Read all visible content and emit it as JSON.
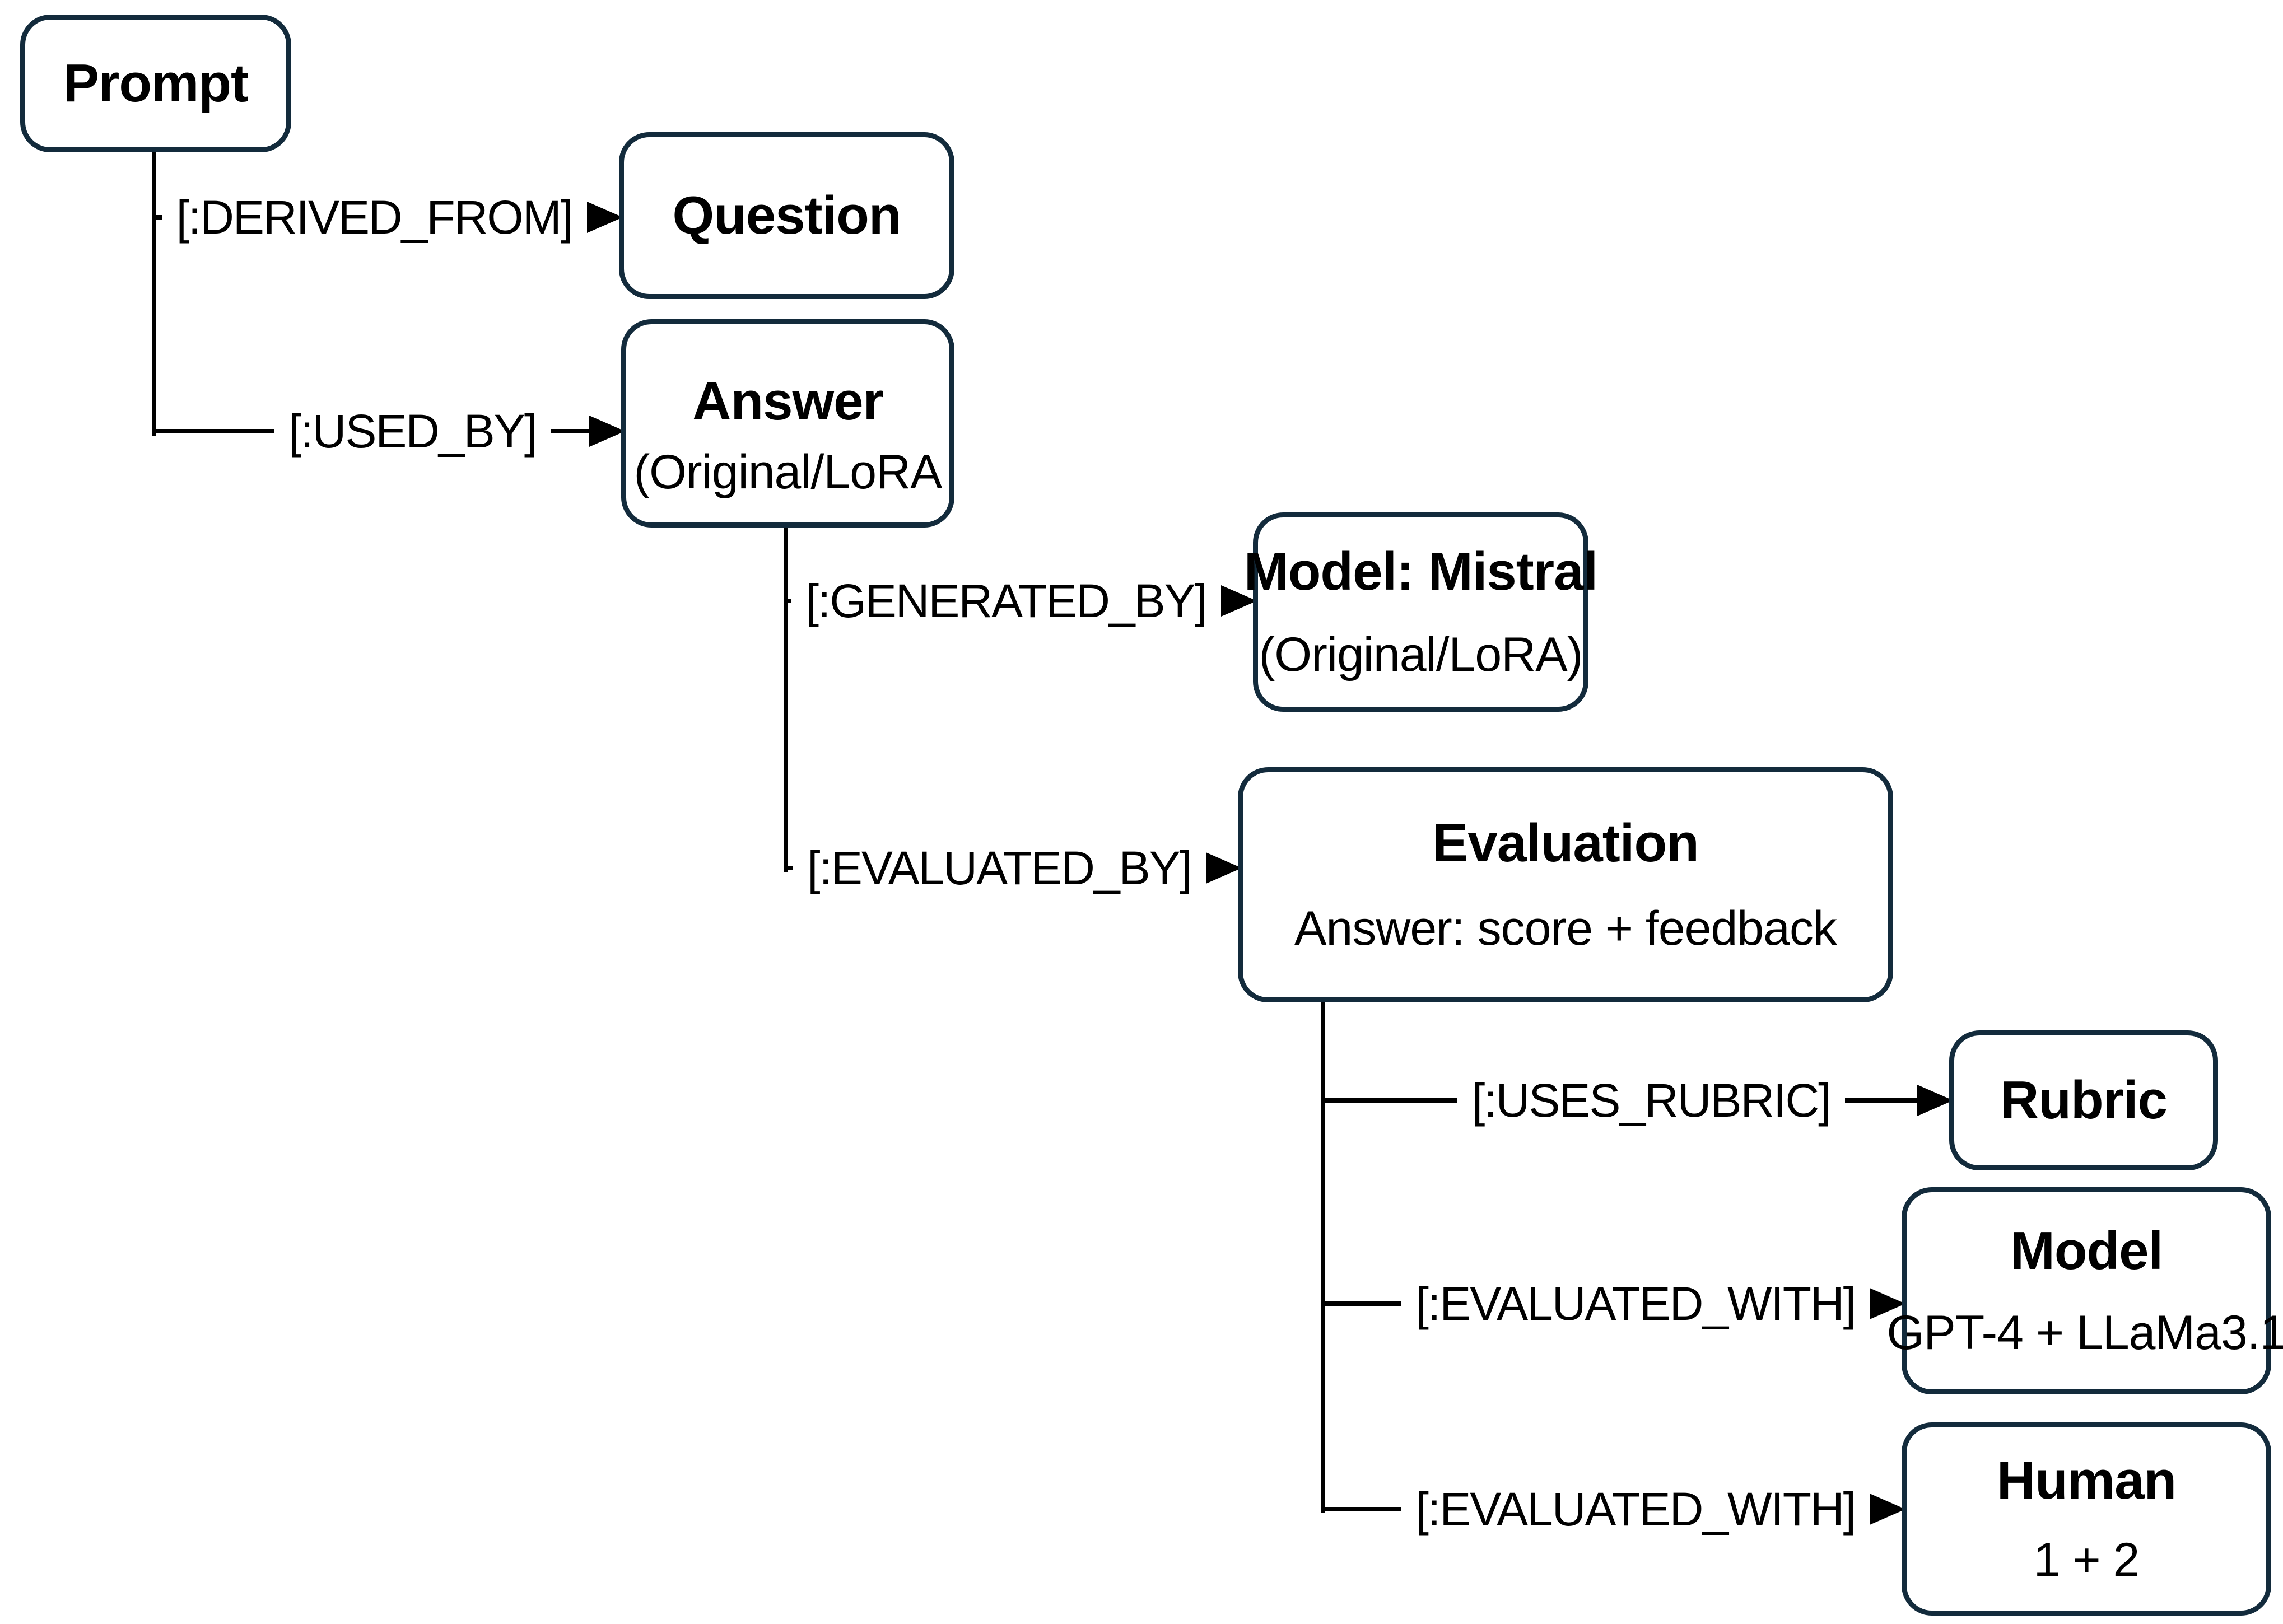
{
  "diagram": {
    "type": "graph-schema-tree",
    "background_color": "#ffffff",
    "node_border_color": "#132b3c",
    "line_color": "#000000",
    "text_color": "#000000"
  },
  "nodes": {
    "prompt": {
      "title": "Prompt",
      "subtitle": ""
    },
    "question": {
      "title": "Question",
      "subtitle": ""
    },
    "answer": {
      "title": "Answer",
      "subtitle": "(Original/LoRA"
    },
    "model_mistral": {
      "title": "Model: Mistral",
      "subtitle": "(Original/LoRA)"
    },
    "evaluation": {
      "title": "Evaluation",
      "subtitle": "Answer: score + feedback"
    },
    "rubric": {
      "title": "Rubric",
      "subtitle": ""
    },
    "model_judges": {
      "title": "Model",
      "subtitle": "GPT-4 + LLaMa3.1"
    },
    "human": {
      "title": "Human",
      "subtitle": "1 + 2"
    }
  },
  "edges": {
    "derived_from": {
      "label": "[:DERIVED_FROM]",
      "from": "Prompt",
      "to": "Question"
    },
    "used_by": {
      "label": "[:USED_BY]",
      "from": "Prompt",
      "to": "Answer"
    },
    "generated_by": {
      "label": "[:GENERATED_BY]",
      "from": "Answer",
      "to": "Model: Mistral"
    },
    "evaluated_by": {
      "label": "[:EVALUATED_BY]",
      "from": "Answer",
      "to": "Evaluation"
    },
    "uses_rubric": {
      "label": "[:USES_RUBRIC]",
      "from": "Evaluation",
      "to": "Rubric"
    },
    "evaluated_with_model": {
      "label": "[:EVALUATED_WITH]",
      "from": "Evaluation",
      "to": "Model"
    },
    "evaluated_with_human": {
      "label": "[:EVALUATED_WITH]",
      "from": "Evaluation",
      "to": "Human"
    }
  }
}
